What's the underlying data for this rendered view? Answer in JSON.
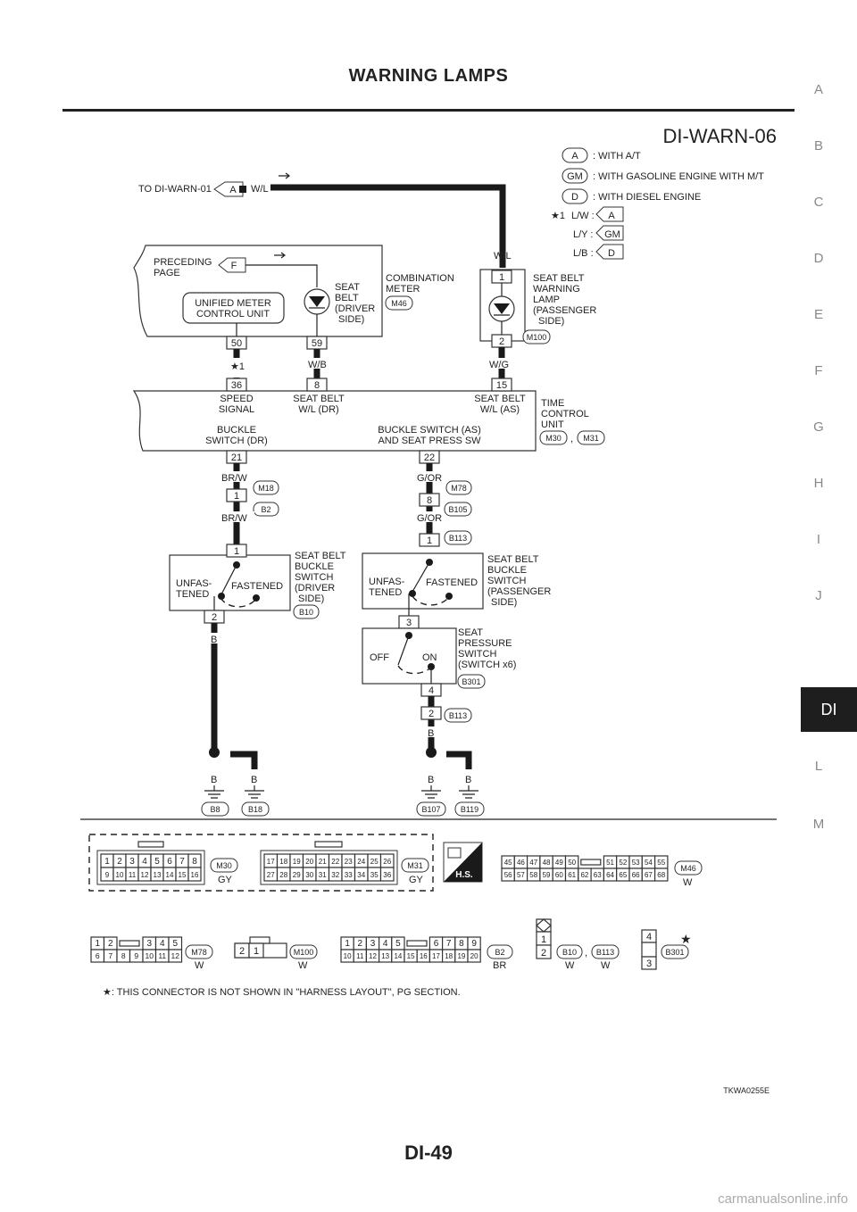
{
  "header": {
    "title": "WARNING LAMPS"
  },
  "footer": {
    "page": "DI-49",
    "watermark": "carmanualsonline.info"
  },
  "side_index": [
    "A",
    "B",
    "C",
    "D",
    "E",
    "F",
    "G",
    "H",
    "I",
    "J",
    "DI",
    "L",
    "M"
  ],
  "side_index_active": "DI",
  "diagram": {
    "code": "DI-WARN-06",
    "figure_id": "TKWA0255E",
    "legend": [
      {
        "tag": "A",
        "text": ": WITH A/T"
      },
      {
        "tag": "GM",
        "text": ": WITH GASOLINE ENGINE WITH M/T"
      },
      {
        "tag": "D",
        "text": ": WITH DIESEL ENGINE"
      }
    ],
    "star1": {
      "mark": "★1",
      "lw": "L/W :",
      "lw_tag": "A",
      "ly": "L/Y :",
      "ly_tag": "GM",
      "lb": "L/B :",
      "lb_tag": "D"
    },
    "to_warn": {
      "text": "TO DI-WARN-01",
      "tag": "A",
      "wire": "W/L"
    },
    "combo": {
      "preceding": "PRECEDING",
      "page": "PAGE",
      "f": "F",
      "umcu1": "UNIFIED METER",
      "umcu2": "CONTROL UNIT",
      "sb1": "SEAT",
      "sb2": "BELT",
      "sb3": "(DRIVER",
      "sb4": "SIDE)",
      "cm1": "COMBINATION",
      "cm2": "METER",
      "conn": "M46",
      "pin50": "50",
      "pin59": "59"
    },
    "lamp": {
      "wire_in": "W/L",
      "pin1": "1",
      "pin2": "2",
      "l1": "SEAT BELT",
      "l2": "WARNING",
      "l3": "LAMP",
      "l4": "(PASSENGER",
      "l5": "SIDE)",
      "conn": "M100"
    },
    "wires_mid": {
      "star": "★1",
      "wb": "W/B",
      "wg": "W/G"
    },
    "tcu": {
      "pin36": "36",
      "pin8": "8",
      "pin15": "15",
      "pin21": "21",
      "pin22": "22",
      "s1": "SPEED",
      "s2": "SIGNAL",
      "d1": "SEAT BELT",
      "d2": "W/L (DR)",
      "a1": "SEAT BELT",
      "a2": "W/L (AS)",
      "b1": "BUCKLE",
      "b2": "SWITCH (DR)",
      "c1": "BUCKLE SWITCH (AS)",
      "c2": "AND SEAT PRESS SW",
      "t1": "TIME",
      "t2": "CONTROL",
      "t3": "UNIT",
      "conn1": "M30",
      "comma": ",",
      "conn2": "M31"
    },
    "left_branch": {
      "w1": "BR/W",
      "c1": "M18",
      "pin1": "1",
      "c2": "B2",
      "w2": "BR/W",
      "sw_pin1": "1",
      "sw_pin2": "2",
      "unf1": "UNFAS-",
      "unf2": "TENED",
      "fast": "FASTENED",
      "l1": "SEAT BELT",
      "l2": "BUCKLE",
      "l3": "SWITCH",
      "l4": "(DRIVER",
      "l5": "SIDE)",
      "conn": "B10",
      "w3": "B",
      "g1": "B",
      "g2": "B",
      "gc1": "B8",
      "gc2": "B18"
    },
    "right_branch": {
      "w1": "G/OR",
      "c1": "M78",
      "pin8": "8",
      "c2": "B105",
      "w2": "G/OR",
      "c3": "B113",
      "pin1": "1",
      "unf1": "UNFAS-",
      "unf2": "TENED",
      "fast": "FASTENED",
      "l1": "SEAT BELT",
      "l2": "BUCKLE",
      "l3": "SWITCH",
      "l4": "(PASSENGER",
      "l5": "SIDE)",
      "pin3": "3",
      "off": "OFF",
      "on": "ON",
      "p1": "SEAT",
      "p2": "PRESSURE",
      "p3": "SWITCH",
      "p4": "(SWITCH x6)",
      "pconn": "B301",
      "pin4": "4",
      "pin2": "2",
      "c4": "B113",
      "w3": "B",
      "g1": "B",
      "g2": "B",
      "gc1": "B107",
      "gc2": "B119"
    },
    "connectors": {
      "m30": {
        "top": [
          "1",
          "2",
          "3",
          "4",
          "5",
          "6",
          "7",
          "8"
        ],
        "bottom": [
          "9",
          "10",
          "11",
          "12",
          "13",
          "14",
          "15",
          "16"
        ],
        "name": "M30",
        "color": "GY"
      },
      "m31": {
        "top": [
          "17",
          "18",
          "19",
          "20",
          "21",
          "22",
          "23",
          "24",
          "25",
          "26"
        ],
        "bottom": [
          "27",
          "28",
          "29",
          "30",
          "31",
          "32",
          "33",
          "34",
          "35",
          "36"
        ],
        "name": "M31",
        "color": "GY"
      },
      "hs": "H.S.",
      "m46": {
        "top_a": [
          "45",
          "46",
          "47",
          "48",
          "49",
          "50"
        ],
        "top_b": [
          "51",
          "52",
          "53",
          "54",
          "55"
        ],
        "bottom": [
          "56",
          "57",
          "58",
          "59",
          "60",
          "61",
          "62",
          "63",
          "64",
          "65",
          "66",
          "67",
          "68"
        ],
        "name": "M46",
        "color": "W"
      },
      "m78": {
        "top_a": [
          "1",
          "2"
        ],
        "top_b": [
          "3",
          "4",
          "5"
        ],
        "bottom": [
          "6",
          "7",
          "8",
          "9",
          "10",
          "11",
          "12"
        ],
        "name": "M78",
        "color": "W"
      },
      "m100": {
        "pins": [
          "2",
          "1"
        ],
        "name": "M100",
        "color": "W"
      },
      "b2": {
        "top_a": [
          "1",
          "2",
          "3",
          "4",
          "5"
        ],
        "top_b": [
          "6",
          "7",
          "8",
          "9"
        ],
        "bottom": [
          "10",
          "11",
          "12",
          "13",
          "14",
          "15",
          "16",
          "17",
          "18",
          "19",
          "20"
        ],
        "name": "B2",
        "color": "BR"
      },
      "b10": {
        "pins": [
          "1",
          "2"
        ],
        "name1": "B10",
        "comma": ",",
        "name2": "B113",
        "color1": "W",
        "color2": "W"
      },
      "b301": {
        "pins": [
          "4",
          "3"
        ],
        "name": "B301",
        "star": "★"
      }
    },
    "footnote": "★: THIS CONNECTOR IS NOT SHOWN IN \"HARNESS LAYOUT\", PG SECTION."
  }
}
